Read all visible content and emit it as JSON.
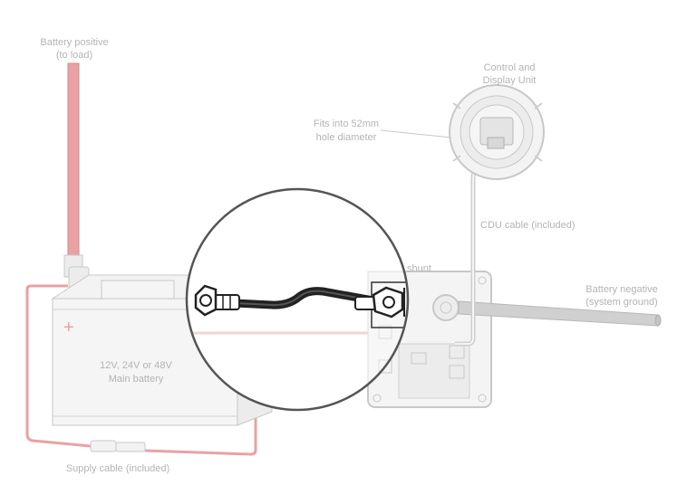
{
  "colors": {
    "cable_red": "#e8a2a4",
    "cable_red_dark": "#d98a8d",
    "ghost_grey": "#c8c8c8",
    "ghost_fill": "#f1f1f1",
    "highlight_black": "#222222",
    "lens_ring": "#555555",
    "label_grey": "#b4b4b4"
  },
  "labels": {
    "battery_positive_line1": "Battery positive",
    "battery_positive_line2": "(to load)",
    "cdu_line1": "Control and",
    "cdu_line2": "Display Unit",
    "fits_line1": "Fits into 52mm",
    "fits_line2": "hole diameter",
    "cdu_cable": "CDU cable (included)",
    "active_shunt": "Active shunt",
    "battery_negative_line1": "Battery negative",
    "battery_negative_line2": "(system ground)",
    "battery_line1": "12V, 24V or 48V",
    "battery_line2": "Main battery",
    "supply_cable": "Supply cable (included)",
    "plus_sign": "+"
  },
  "icons": {
    "battery": "battery-icon",
    "shunt": "shunt-icon",
    "display": "display-unit-icon",
    "magnifier": "magnifier-lens-icon"
  }
}
